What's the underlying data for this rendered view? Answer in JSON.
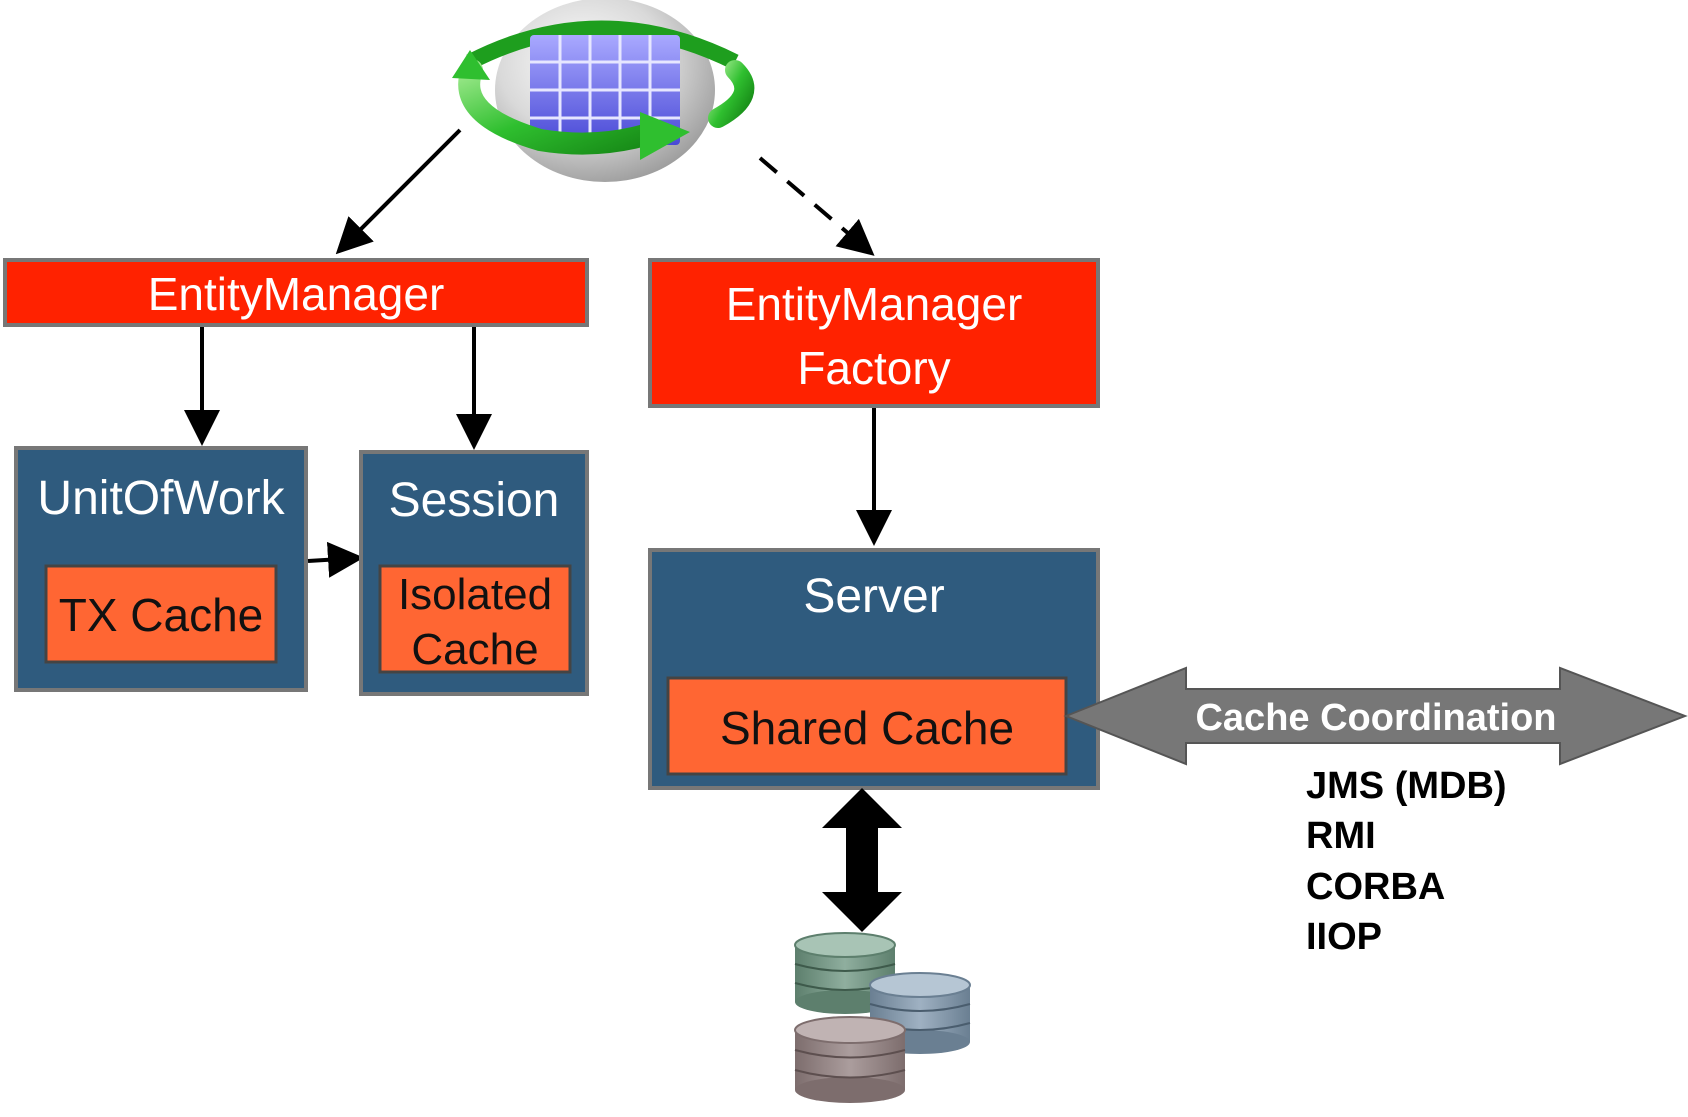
{
  "boxes": {
    "entity_manager": "EntityManager",
    "emf_line1": "EntityManager",
    "emf_line2": "Factory",
    "unit_of_work": "UnitOfWork",
    "tx_cache": "TX Cache",
    "session": "Session",
    "isolated_line1": "Isolated",
    "isolated_line2": "Cache",
    "server": "Server",
    "shared_cache": "Shared Cache"
  },
  "coordination": {
    "label": "Cache Coordination",
    "protocols": [
      "JMS (MDB)",
      "RMI",
      "CORBA",
      "IIOP"
    ]
  },
  "colors": {
    "red_box": "#ff2200",
    "blue_box": "#2f5b7e",
    "orange_box": "#ff6633",
    "border": "#777777",
    "gray_arrow": "#777777",
    "db_green": "#6f8f7f",
    "db_blue": "#7f93a5",
    "db_mauve": "#8f7f7f"
  },
  "icons": {
    "top": "cache-sync-cube-icon",
    "bottom": "database-stack-icon"
  }
}
